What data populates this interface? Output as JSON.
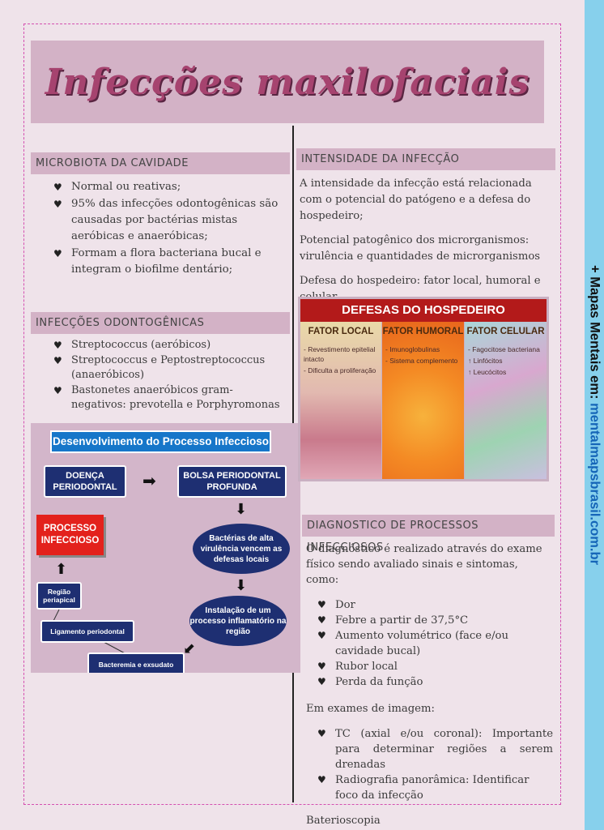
{
  "title": "Infecções maxilofaciais",
  "sidebar": {
    "prefix": "+ Mapas Mentais em: ",
    "url": "mentalmapsbrasil.com.br"
  },
  "bullet_icon": "heart-icon",
  "microbiota": {
    "header": "MICROBIOTA DA CAVIDADE",
    "items": [
      "Normal ou reativas;",
      "95% das infecções odontogênicas são causadas por bactérias mistas aeróbicas e anaeróbicas;",
      "Formam a flora bacteriana bucal e integram o biofilme dentário;"
    ]
  },
  "odontogenicas": {
    "header": "INFECÇÕES ODONTOGÊNICAS",
    "items": [
      "Streptococcus (aeróbicos)",
      "Streptococcus e Peptostreptococcus (anaeróbicos)",
      "Bastonetes anaeróbicos gram-negativos: prevotella e Porphyromonas"
    ]
  },
  "flow": {
    "title": "Desenvolvimento do Processo Infeccioso",
    "doenca": "DOENÇA PERIODONTAL",
    "bolsa": "BOLSA PERIODONTAL PROFUNDA",
    "bacterias": "Bactérias de alta virulência vencem as defesas locais",
    "instalacao": "Instalação de um processo inflamatório na região",
    "processo": "PROCESSO INFECCIOSO",
    "regiao": "Região periapical",
    "ligamento": "Ligamento periodontal",
    "bacteremia": "Bacteremia e exsudato"
  },
  "intensidade": {
    "header": "INTENSIDADE DA INFECÇÃO",
    "paragraphs": [
      "A intensidade da infecção está relacionada com o potencial do patógeno e a defesa do hospedeiro;",
      "Potencial patogênico dos microrganismos: virulência e quantidades de microrganismos",
      "Defesa do hospedeiro: fator local, humoral e celular"
    ]
  },
  "defesas": {
    "title": "DEFESAS DO HOSPEDEIRO",
    "local": {
      "label": "FATOR LOCAL",
      "items": [
        "- Revestimento epitelial intacto",
        "- Dificulta a proliferação"
      ]
    },
    "humoral": {
      "label": "FATOR HUMORAL",
      "items": [
        "- Imunoglobulinas",
        "- Sistema complemento"
      ]
    },
    "celular": {
      "label": "FATOR CELULAR",
      "items": [
        "- Fagocitose bacteriana",
        "↑ Linfócitos",
        "↑ Leucócitos"
      ]
    }
  },
  "diagnostico": {
    "header": "DIAGNOSTICO DE PROCESSOS INFECCIOSOS",
    "intro": "O diagnóstico é realizado através do exame físico sendo avaliado sinais e sintomas, como:",
    "items": [
      "Dor",
      "Febre a partir de 37,5°C",
      "Aumento volumétrico (face e/ou cavidade bucal)",
      "Rubor local",
      "Perda da função"
    ],
    "imagem_label": "Em exames de imagem:",
    "imagem_items": [
      "TC (axial e/ou coronal): Importante para determinar regiões a serem drenadas",
      "Radiografia panorâmica: Identificar foco da infecção"
    ],
    "footer": "Baterioscopia"
  }
}
